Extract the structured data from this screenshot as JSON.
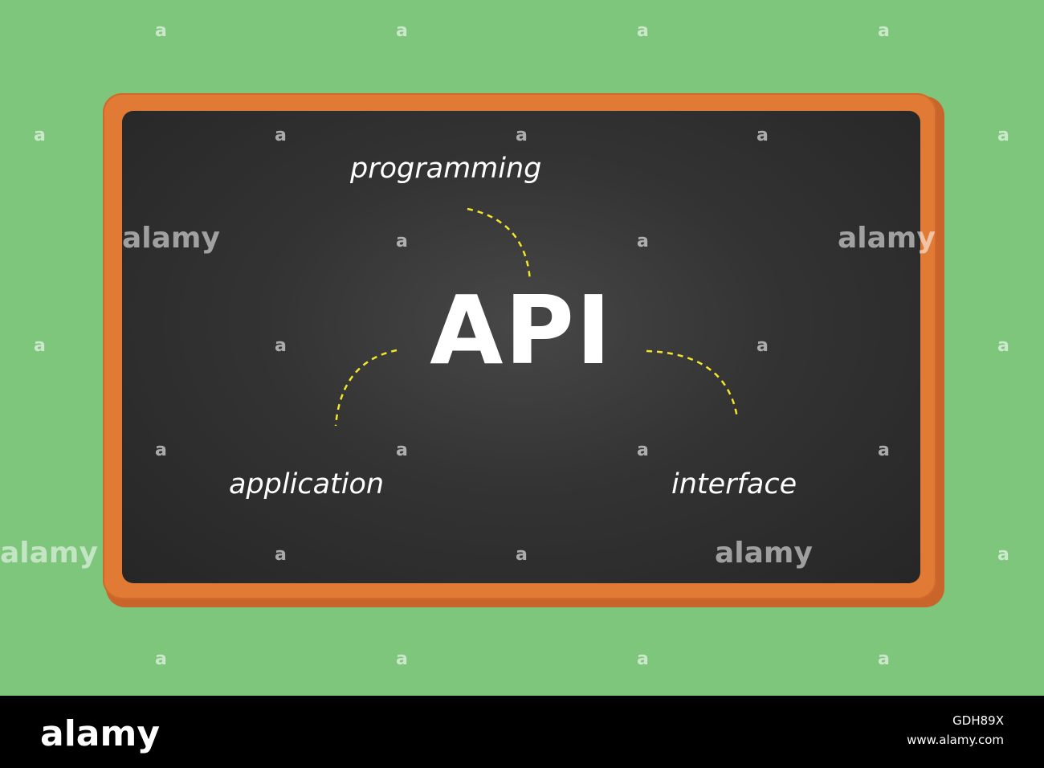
{
  "board": {
    "main_word": "API",
    "words": {
      "programming": "programming",
      "application": "application",
      "interface": "interface"
    }
  },
  "colors": {
    "background": "#7dc67b",
    "frame": "#e07a35",
    "chalkboard": "#333333",
    "connector": "#f2e52b",
    "text": "#ffffff"
  },
  "watermark": {
    "brand": "alamy",
    "glyph": "a"
  },
  "footer": {
    "logo": "alamy",
    "image_id": "GDH89X",
    "url": "www.alamy.com"
  }
}
